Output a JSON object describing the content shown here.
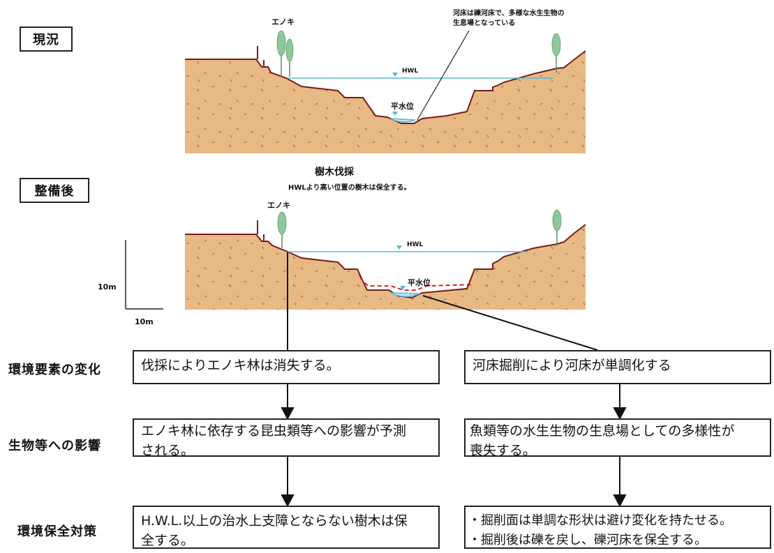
{
  "labels": {
    "current": "現況",
    "after": "整備後"
  },
  "annotations": {
    "enoki_top": "エノキ",
    "enoki_bottom": "エノキ",
    "riverbed_note_line1": "河床は礫河床で、多様な水生生物の",
    "riverbed_note_line2": "生息場となっている",
    "hwl_top": "HWL",
    "normal_water_top": "平水位",
    "tree_cutting_title": "樹木伐採",
    "tree_cutting_note": "HWLより高い位置の樹木は保全する。",
    "hwl_bottom": "HWL",
    "normal_water_bottom": "平水位",
    "scale_vertical": "10m",
    "scale_horizontal": "10m"
  },
  "rows": {
    "env_change": "環境要素の変化",
    "bio_impact": "生物等への影響",
    "conservation": "環境保全対策"
  },
  "left_column": {
    "env_change": [
      "伐採によりエノキ林は消失する。"
    ],
    "bio_impact": [
      "エノキ林に依存する昆虫類等への影響が予測",
      "される。"
    ],
    "conservation": [
      "H.W.L.以上の治水上支障とならない樹木は保",
      "全する。"
    ]
  },
  "right_column": {
    "env_change": [
      " 河床掘削により河床が単調化する"
    ],
    "bio_impact": [
      "魚類等の水生生物の生息場としての多様性が",
      "喪失する。"
    ],
    "conservation": [
      "・掘削面は単調な形状は避け変化を持たせる。",
      "・掘削後は礫を戻し、礫河床を保全する。"
    ]
  },
  "colors": {
    "soil": "#e6b985",
    "soil_outline": "#7a1a1a",
    "water_line": "#5ab8d8",
    "water": "#bfe6f2",
    "tree": "#8fc79a",
    "excavation_line": "#d01010"
  }
}
